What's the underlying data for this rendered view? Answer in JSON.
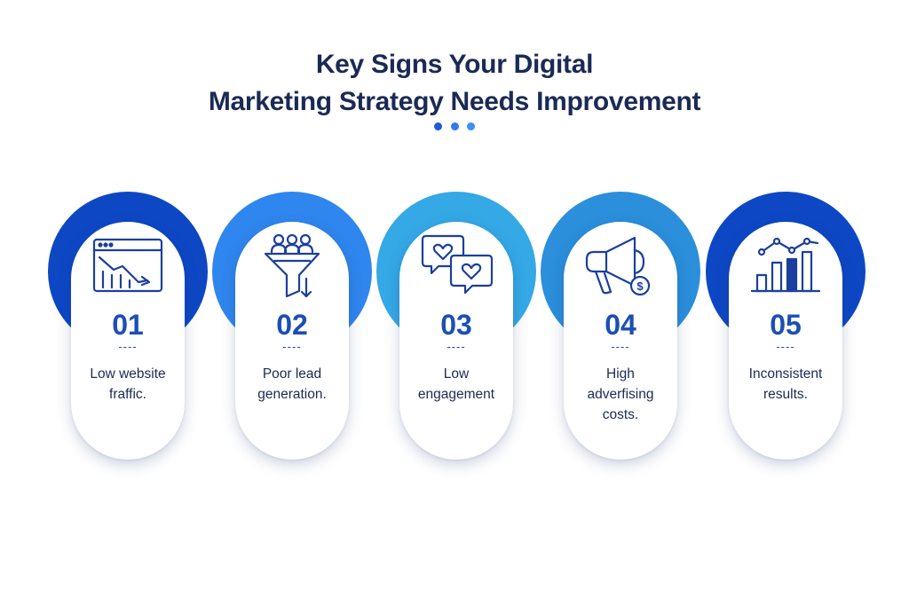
{
  "title": {
    "line1": "Key Signs Your Digital",
    "line2": "Marketing Strategy Needs Improvement"
  },
  "colors": {
    "title": "#1b2a55",
    "number": "#1c4fb5",
    "dots": [
      "#1e5bd8",
      "#2f7af0",
      "#3b8ff5"
    ]
  },
  "cards": [
    {
      "number": "01",
      "dashes": "----",
      "line1": "Low website",
      "line2": "fraffic.",
      "line3": "",
      "icon": "declining-traffic-browser-icon",
      "arc_color": "#0d47c4"
    },
    {
      "number": "02",
      "dashes": "----",
      "line1": "Poor lead",
      "line2": "generation.",
      "line3": "",
      "icon": "lead-funnel-icon",
      "arc_color": "#2f86ee"
    },
    {
      "number": "03",
      "dashes": "----",
      "line1": "Low",
      "line2": "engagement",
      "line3": "",
      "icon": "chat-heart-bubbles-icon",
      "arc_color": "#35a8e6"
    },
    {
      "number": "04",
      "dashes": "----",
      "line1": "High",
      "line2": "adverfising",
      "line3": "costs.",
      "icon": "megaphone-dollar-icon",
      "arc_color": "#2b8fdc"
    },
    {
      "number": "05",
      "dashes": "----",
      "line1": "Inconsistent",
      "line2": "results.",
      "line3": "",
      "icon": "bar-chart-trend-icon",
      "arc_color": "#0d47c4"
    }
  ]
}
